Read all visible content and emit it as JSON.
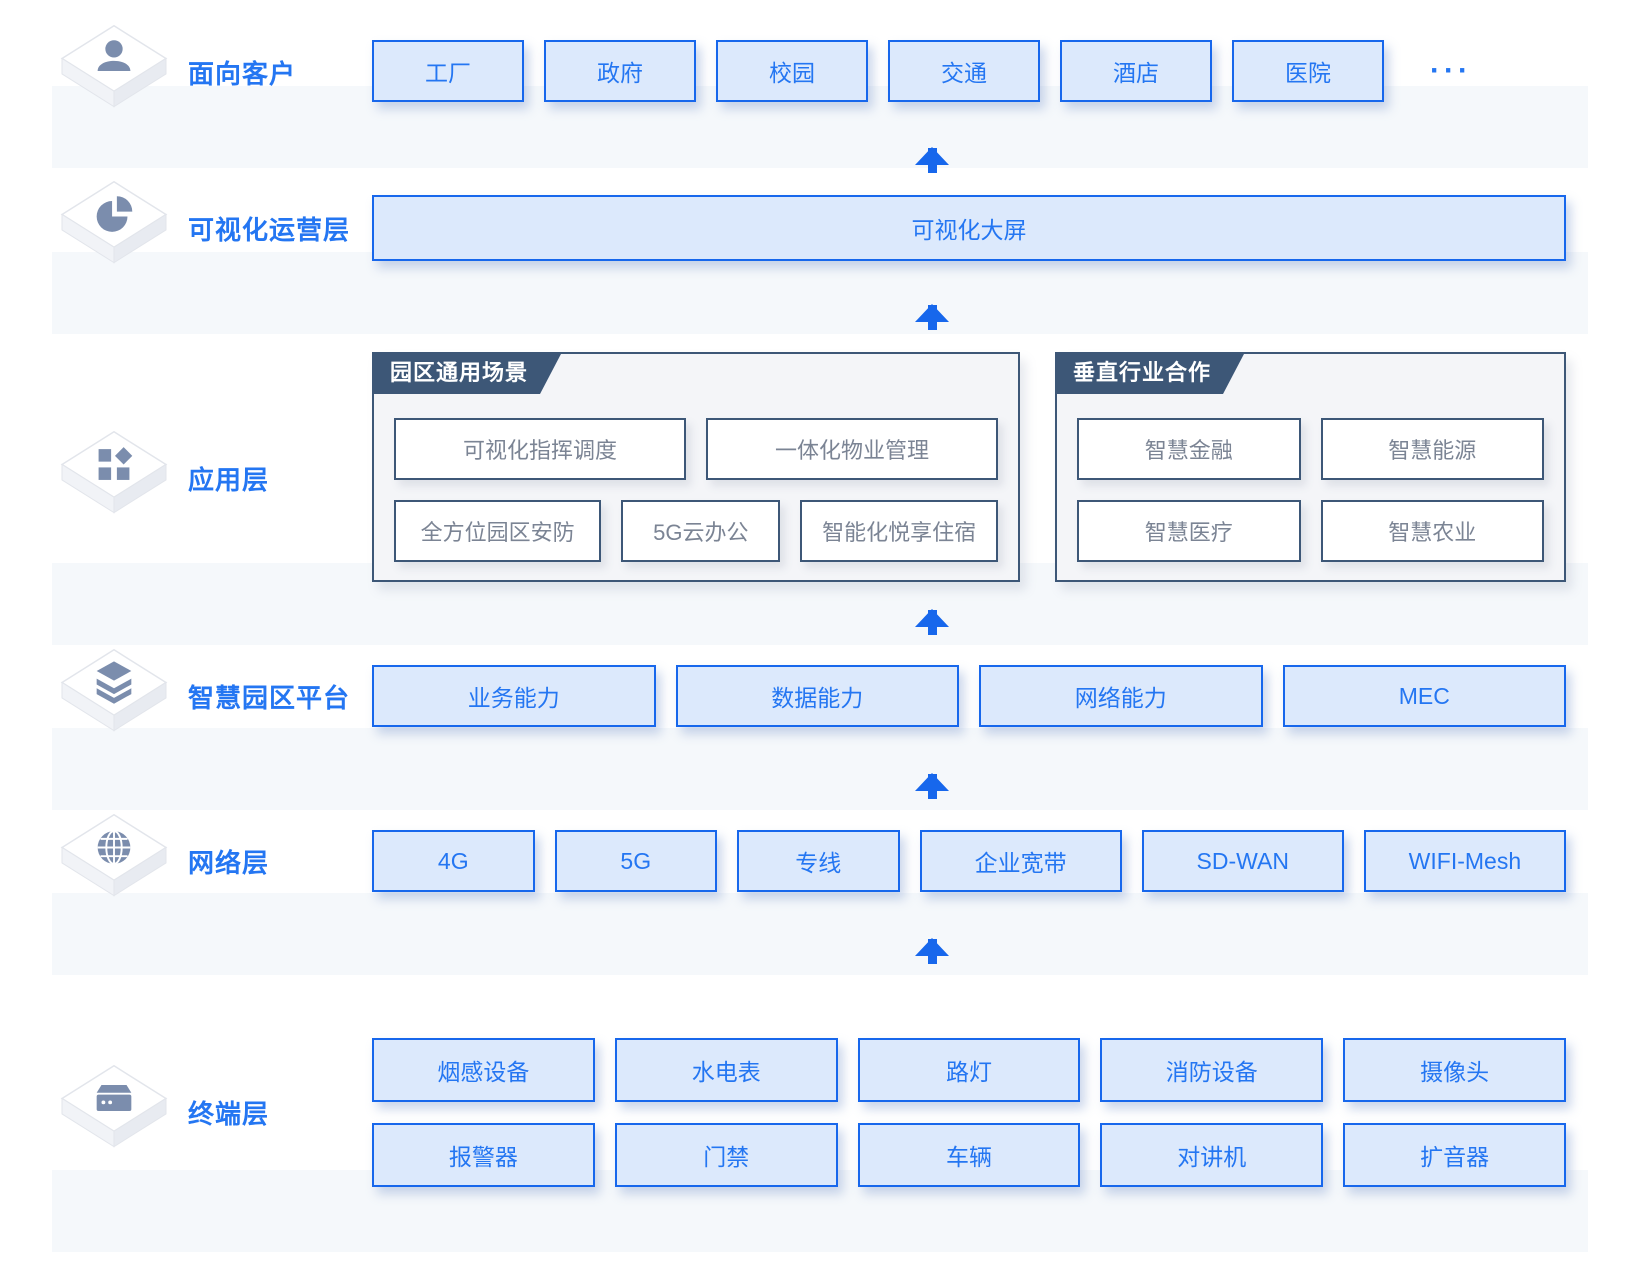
{
  "colors": {
    "accent_border": "#1767ec",
    "accent_text": "#2476f2",
    "blue_box_fill": "#dce9fc",
    "navy_panel": "#3d5777",
    "panel_gray_text": "#7b8494",
    "stripe_band": "#f5f8fb",
    "cube_glyph": "#7b8dad"
  },
  "layers": {
    "customer": {
      "label": "面向客户",
      "icon": "user-icon",
      "boxes": [
        "工厂",
        "政府",
        "校园",
        "交通",
        "酒店",
        "医院"
      ],
      "more": "···"
    },
    "visual_ops": {
      "label": "可视化运营层",
      "icon": "pie-chart-icon",
      "boxes": [
        "可视化大屏"
      ]
    },
    "application": {
      "label": "应用层",
      "icon": "app-grid-icon",
      "groups": {
        "common": {
          "title": "园区通用场景",
          "row1": [
            "可视化指挥调度",
            "一体化物业管理"
          ],
          "row2": [
            "全方位园区安防",
            "5G云办公",
            "智能化悦享住宿"
          ]
        },
        "vertical": {
          "title": "垂直行业合作",
          "row1": [
            "智慧金融",
            "智慧能源"
          ],
          "row2": [
            "智慧医疗",
            "智慧农业"
          ]
        }
      }
    },
    "platform": {
      "label": "智慧园区平台",
      "icon": "layers-icon",
      "boxes": [
        "业务能力",
        "数据能力",
        "网络能力",
        "MEC"
      ]
    },
    "network": {
      "label": "网络层",
      "icon": "globe-icon",
      "boxes": [
        "4G",
        "5G",
        "专线",
        "企业宽带",
        "SD-WAN",
        "WIFI-Mesh"
      ]
    },
    "terminal": {
      "label": "终端层",
      "icon": "device-icon",
      "row1": [
        "烟感设备",
        "水电表",
        "路灯",
        "消防设备",
        "摄像头"
      ],
      "row2": [
        "报警器",
        "门禁",
        "车辆",
        "对讲机",
        "扩音器"
      ]
    }
  }
}
